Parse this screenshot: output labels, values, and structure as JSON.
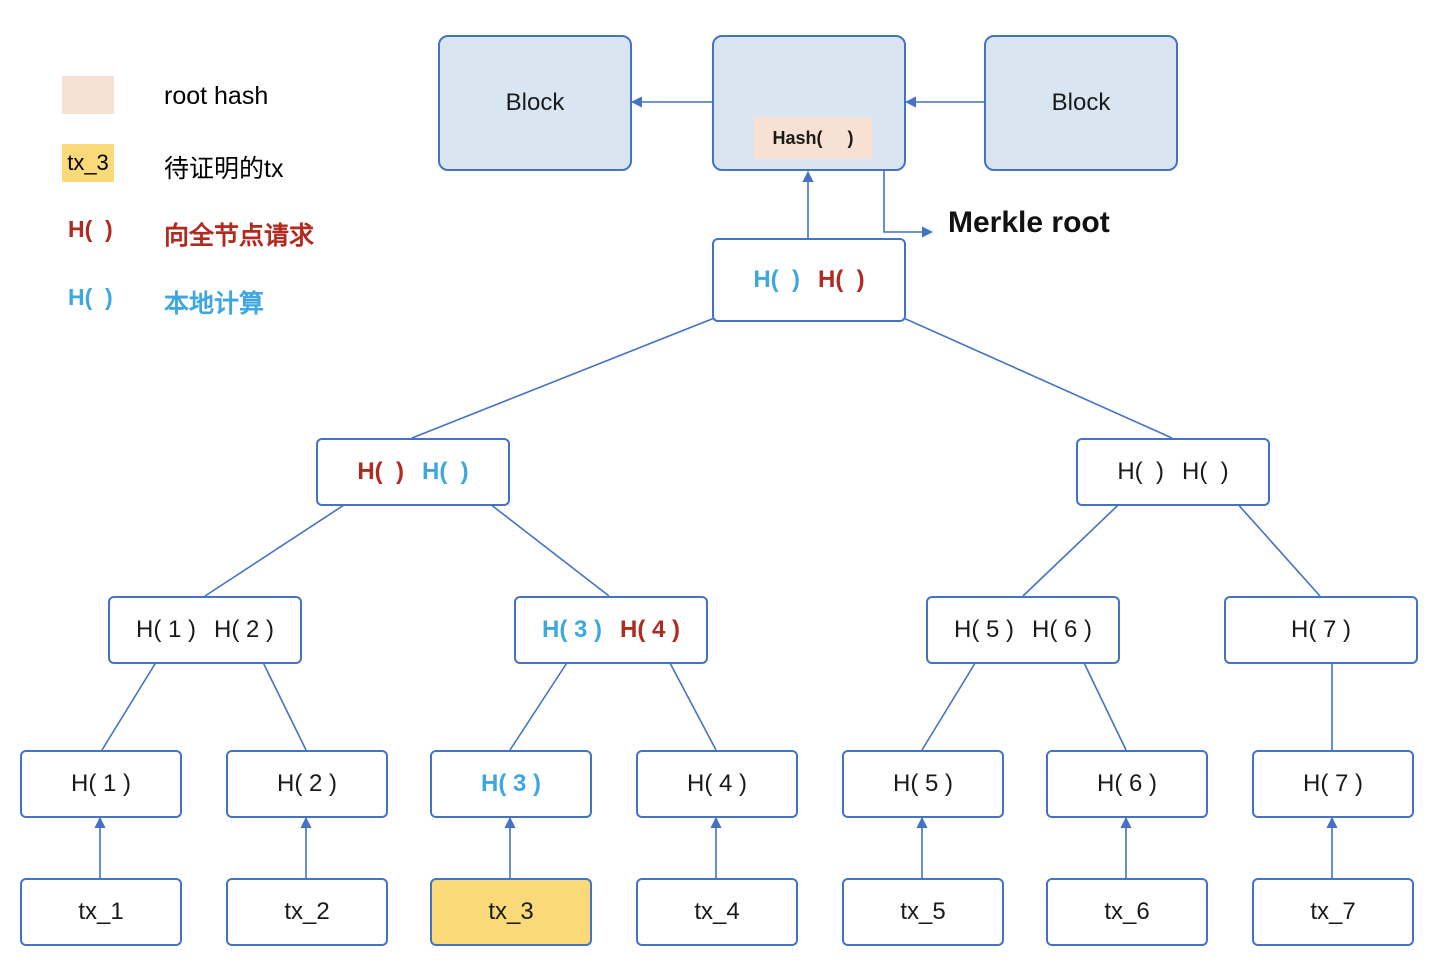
{
  "legend": {
    "root_hash": "root hash",
    "tx_sample": "tx_3",
    "tx_text": "待证明的tx",
    "remote_sample": "H(  )",
    "remote_text": "向全节点请求",
    "local_sample": "H(  )",
    "local_text": "本地计算"
  },
  "blocks": {
    "left": "Block",
    "right": "Block",
    "header_hash": "Hash(     )"
  },
  "merkle_root_label": "Merkle root",
  "root_node": {
    "left": "H(  )",
    "right": "H(  )"
  },
  "level2": {
    "left": {
      "a": "H(  )",
      "b": "H(  )"
    },
    "right": {
      "a": "H(  )",
      "b": "H(  )"
    }
  },
  "level1": {
    "n12": {
      "a": "H( 1 )",
      "b": "H( 2 )"
    },
    "n34": {
      "a": "H( 3 )",
      "b": "H( 4 )"
    },
    "n56": {
      "a": "H( 5 )",
      "b": "H( 6 )"
    },
    "n7": "H( 7 )"
  },
  "leaf_hashes": [
    "H( 1 )",
    "H( 2 )",
    "H( 3 )",
    "H( 4 )",
    "H( 5 )",
    "H( 6 )",
    "H( 7 )"
  ],
  "transactions": [
    "tx_1",
    "tx_2",
    "tx_3",
    "tx_4",
    "tx_5",
    "tx_6",
    "tx_7"
  ],
  "colors": {
    "stroke": "#4472c4",
    "block_fill": "#dae5f2",
    "root_hash_fill": "#f7e1d4",
    "proven_tx_fill": "#f9d978",
    "remote": "#b22a1f",
    "local": "#3ea7e0"
  }
}
